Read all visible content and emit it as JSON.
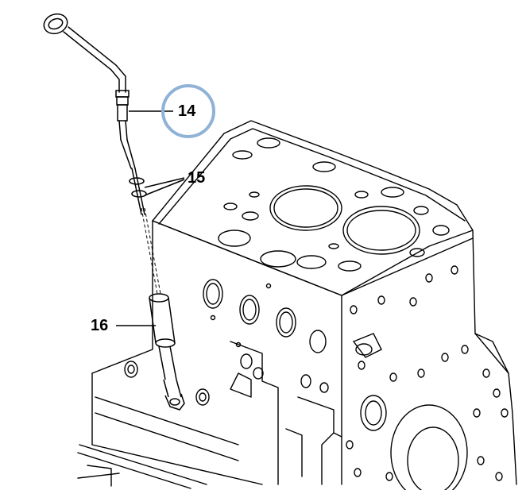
{
  "callouts": {
    "dipstick": "14",
    "o_rings": "15",
    "guide_tube": "16"
  },
  "highlight_color": "#8fb2d6",
  "line_color": "#000000",
  "background": "#ffffff"
}
